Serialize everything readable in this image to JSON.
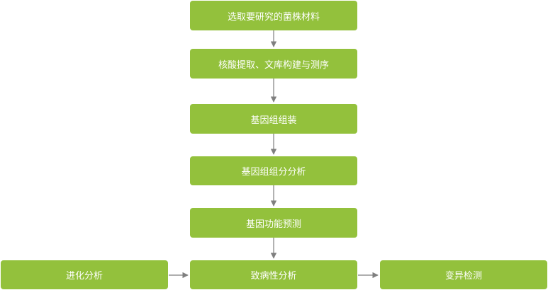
{
  "colors": {
    "node_fill": "#93c13c",
    "arrow": "#7f7f7f",
    "text": "#ffffff"
  },
  "nodes": {
    "n1": "选取要研究的菌株材料",
    "n2": "核酸提取、文库构建与测序",
    "n3": "基因组组装",
    "n4": "基因组组分分析",
    "n5": "基因功能预测",
    "n6": "致病性分析",
    "n7": "进化分析",
    "n8": "变异检测"
  }
}
